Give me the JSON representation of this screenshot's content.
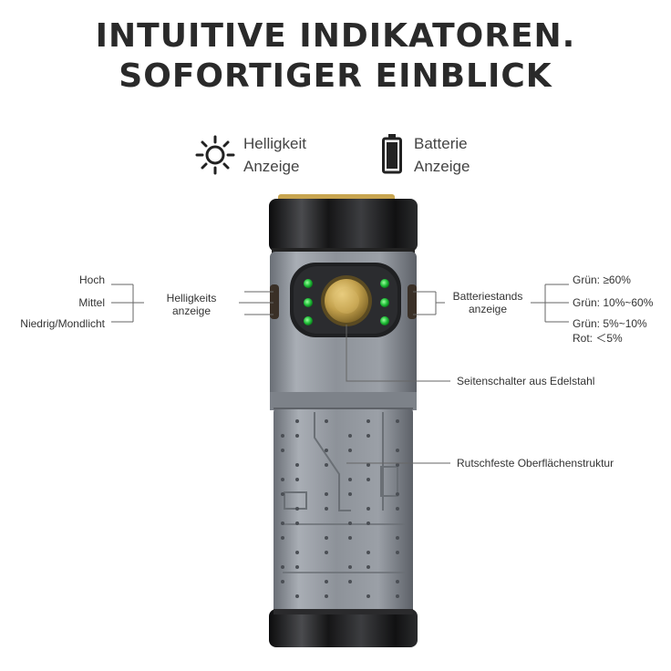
{
  "header": {
    "line1": "INTUITIVE INDIKATOREN.",
    "line2": "SOFORTIGER EINBLICK"
  },
  "legend": {
    "brightness": {
      "line1": "Helligkeit",
      "line2": "Anzeige",
      "icon": "sun-icon"
    },
    "battery": {
      "line1": "Batterie",
      "line2": "Anzeige",
      "icon": "battery-icon"
    }
  },
  "left_labels": {
    "levels": [
      "Hoch",
      "Mittel",
      "Niedrig/Mondlicht"
    ],
    "indicator_line1": "Helligkeits",
    "indicator_line2": "anzeige"
  },
  "right_labels": {
    "indicator_line1": "Batteriestands",
    "indicator_line2": "anzeige",
    "levels": [
      "Grün: ≥60%",
      "Grün: 10%~60%",
      "Grün: 5%~10%",
      "Rot: ＜5%"
    ],
    "switch": "Seitenschalter aus Edelstahl",
    "surface": "Rutschfeste Oberflächenstruktur"
  },
  "colors": {
    "led_green": "#22c03a",
    "brass": "#c8a550",
    "body_gray": "#8b9098",
    "dark_metal": "#1c1c1e"
  }
}
